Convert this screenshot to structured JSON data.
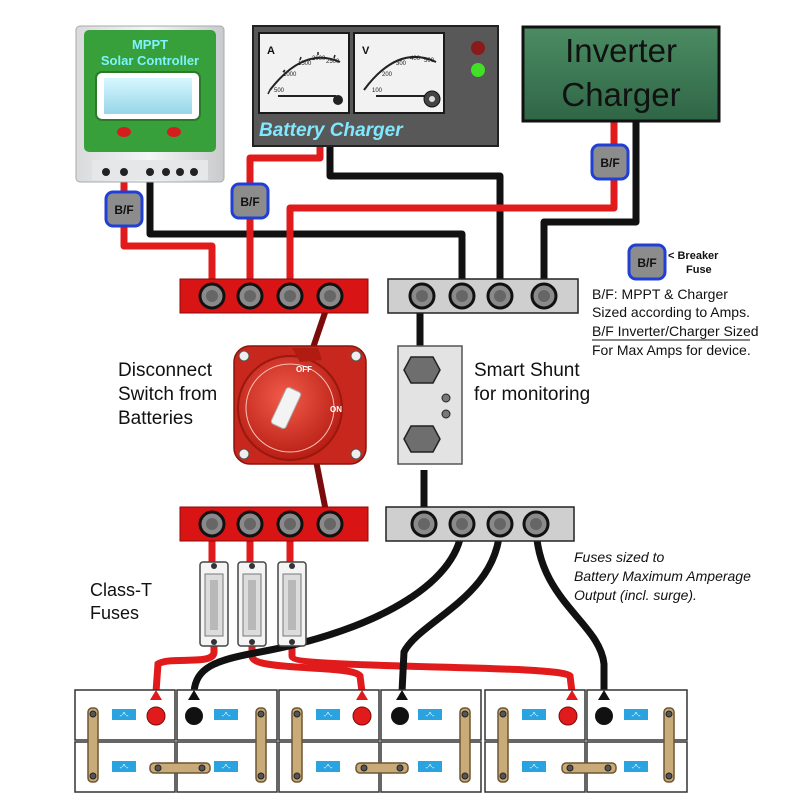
{
  "mppt": {
    "title_line1": "MPPT",
    "title_line2": "Solar Controller"
  },
  "battery_charger": {
    "label": "Battery Charger",
    "ammeter_unit": "A",
    "voltmeter_unit": "V",
    "ammeter_ticks": [
      "500",
      "1000",
      "1500",
      "2000",
      "2500"
    ],
    "voltmeter_ticks": [
      "100",
      "200",
      "300",
      "400",
      "500"
    ]
  },
  "inverter": {
    "line1": "Inverter",
    "line2": "Charger"
  },
  "breaker": {
    "label": "B/F"
  },
  "legend": {
    "badge": "B/F",
    "arrow_text": "< Breaker",
    "fuse_text": "Fuse",
    "line1": "B/F: MPPT & Charger",
    "line2": "Sized according to Amps.",
    "line3": "B/F Inverter/Charger Sized",
    "line4": "For Max Amps for device."
  },
  "disconnect": {
    "line1": "Disconnect",
    "line2": "Switch from",
    "line3": "Batteries",
    "off_text": "OFF",
    "on_text": "ON"
  },
  "shunt": {
    "line1": "Smart Shunt",
    "line2": "for monitoring"
  },
  "class_t": {
    "line1": "Class-T",
    "line2": "Fuses"
  },
  "fuse_note": {
    "line1": "Fuses sized to",
    "line2": "Battery Maximum Amperage",
    "line3": "Output (incl. surge)."
  },
  "battery": {
    "cell_label": "-^-"
  },
  "colors": {
    "positive": "#e11b1b",
    "negative": "#111111",
    "busbar_red": "#d91414",
    "busbar_gray": "#cfcfcf",
    "breaker_fill": "#8c8c8c",
    "breaker_border": "#1f3fd6",
    "mppt_green": "#37a03a",
    "inverter_green": "#3c7a55",
    "charger_body": "#585858",
    "charger_label": "#7fe8ff"
  }
}
